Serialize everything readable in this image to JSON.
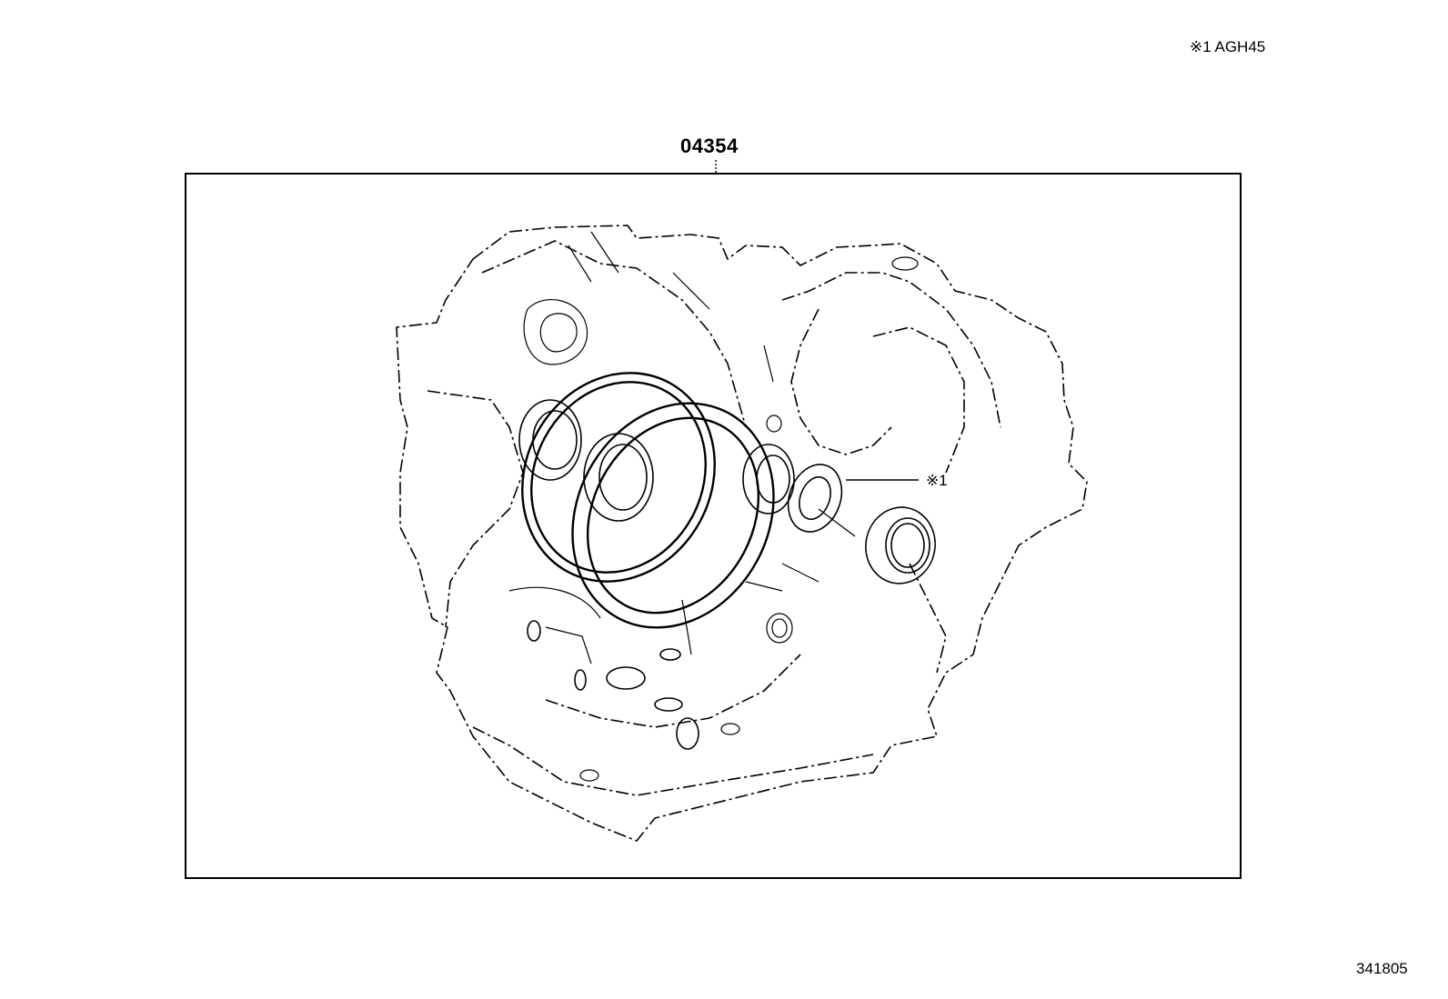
{
  "header": {
    "note": "※1 AGH45"
  },
  "assembly": {
    "part_number": "04354",
    "callout_label": "※1"
  },
  "footer": {
    "diagram_id": "341805"
  },
  "icons": [
    "transmission-housing-icon",
    "gasket-ring-icon",
    "oil-seal-icon",
    "o-ring-icon"
  ]
}
